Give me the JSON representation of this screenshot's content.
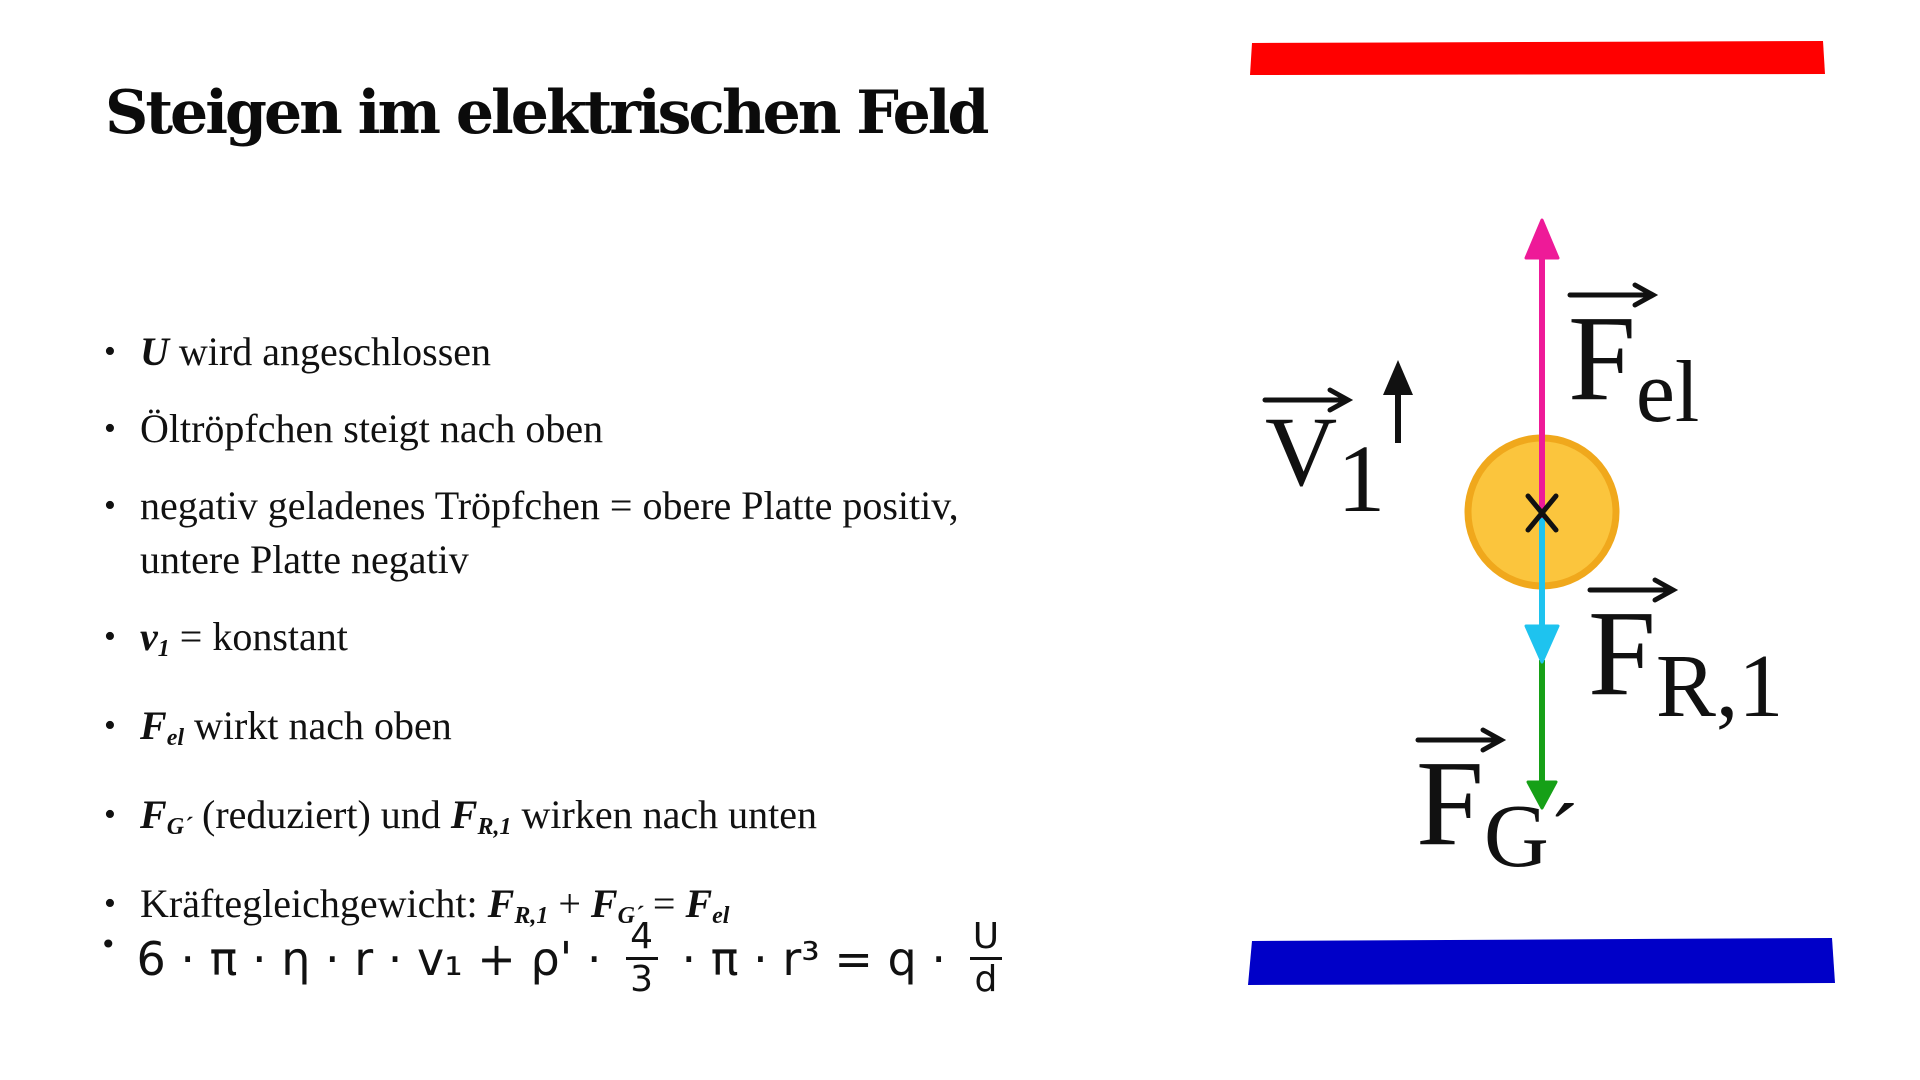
{
  "title": "Steigen im elektrischen Feld",
  "bullets": {
    "b1": {
      "sym": "U",
      "text": " wird angeschlossen"
    },
    "b2": {
      "text": "Öltröpfchen steigt nach oben"
    },
    "b3": {
      "line1": "negativ geladenes Tröpfchen = obere Platte positiv,",
      "line2": "untere Platte negativ"
    },
    "b4": {
      "sym": "v",
      "sub": "1",
      "text": " = konstant"
    },
    "b5": {
      "sym": "F",
      "sub": "el",
      "text": " wirkt nach oben"
    },
    "b6": {
      "sym1": "F",
      "sub1": "G´",
      "text1": " (reduziert) und ",
      "sym2": "F",
      "sub2": "R,1",
      "text2": " wirken nach unten"
    },
    "b7": {
      "text": "Kräftegleichgewicht: ",
      "sym1": "F",
      "sub1": "R,1",
      "op1": " + ",
      "sym2": "F",
      "sub2": "G´",
      "op2": " = ",
      "sym3": "F",
      "sub3": "el"
    }
  },
  "handwritten_formula": {
    "bullet": "•",
    "left": "6 · π · η · r · v₁ + ρ' ·",
    "frac1_num": "4",
    "frac1_den": "3",
    "mid": "· π · r³ = q ·",
    "frac2_num": "U",
    "frac2_den": "d"
  },
  "diagram": {
    "v_label": "V",
    "v_sub": "1",
    "fel_label": "F",
    "fel_sub": "el",
    "fr_label": "F",
    "fr_sub": "R,1",
    "fg_label": "F",
    "fg_sub": "G´",
    "colors": {
      "top_plate": "#ff0000",
      "bottom_plate": "#0000c8",
      "droplet_fill": "#fbc53d",
      "droplet_stroke": "#f0a81c",
      "arrow_el": "#ee1a98",
      "arrow_r": "#1ec3ef",
      "arrow_g": "#16a017",
      "arrow_v": "#111111"
    }
  }
}
